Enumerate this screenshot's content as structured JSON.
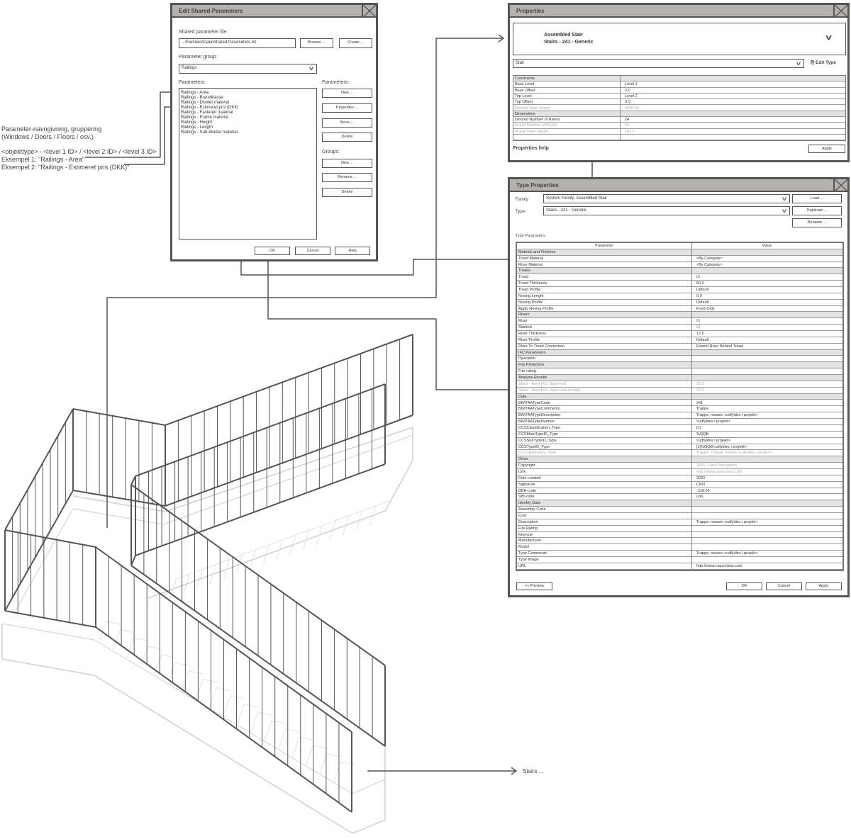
{
  "notes": {
    "line1": "Parameter-navngivning, gruppering",
    "line2": "(Windows / Doors / Floors / osv.)",
    "line3": "<objekttype> - <level 1 ID> / <level 2 ID> / <level 3 ID>",
    "line4": "Eksempel 1: \"Railings - Area\"",
    "line5": "Eksempel 2: \"Railings - Estimeret pris (DKK)\"",
    "stairs_label": "Stairs ..."
  },
  "edit_shared": {
    "title": "Edit Shared Parameters",
    "file_label": "Shared parameter file:",
    "file_value": "...\\Families\\Data\\Shared Parameters.txt",
    "browse": "Browse ...",
    "create": "Create ...",
    "group_label": "Parameter group:",
    "group_value": "Railings",
    "params_label": "Parameters:",
    "params_right_label": "Parameters:",
    "params": [
      "Railings - Area",
      "Railings - Brandklasse",
      "Railings - Divider material",
      "Railings - Estimeret pris (DKK)",
      "Railings - Fastener material",
      "Railings - Frame material",
      "Railings - Height",
      "Railings - Length",
      "Railings - Sub-divider material"
    ],
    "param_buttons": [
      "New ...",
      "Properties ...",
      "Move ...",
      "Delete"
    ],
    "groups_label": "Groups:",
    "group_buttons": [
      "New ...",
      "Rename ...",
      "Delete"
    ],
    "ok": "OK",
    "cancel": "Cancel",
    "help": "Help"
  },
  "properties": {
    "title": "Properties",
    "family": "Assembled Stair",
    "type": "Stairs - 241 - Generic",
    "filter": "Stair",
    "edit_type": "Edit Type",
    "rows": [
      {
        "p": "Constraints",
        "v": "",
        "k": "g"
      },
      {
        "p": "Base Level",
        "v": "Level 1",
        "k": ""
      },
      {
        "p": "Base Offset",
        "v": "0.0",
        "k": ""
      },
      {
        "p": "Top Level",
        "v": "Level 2",
        "k": ""
      },
      {
        "p": "Top Offset",
        "v": "0.0",
        "k": ""
      },
      {
        "p": "Desired Stair Height",
        "v": "3200.00",
        "k": "d"
      },
      {
        "p": "Dimensions",
        "v": "",
        "k": "g"
      },
      {
        "p": "Desired Number of Risers",
        "v": "24",
        "k": ""
      },
      {
        "p": "Actual Number of Risers",
        "v": "20",
        "k": "d"
      },
      {
        "p": "Actual Riser Height",
        "v": "165.0",
        "k": "d"
      },
      {
        "p": "",
        "v": "",
        "k": ""
      }
    ],
    "help": "Properties help",
    "apply": "Apply"
  },
  "type_properties": {
    "title": "Type Properties",
    "family_label": "Family:",
    "family_value": "System Family: Assembled Stair",
    "type_label": "Type:",
    "type_value": "Stairs - 241 -  Generic",
    "load": "Load ...",
    "duplicate": "Duplicate ...",
    "rename": "Rename ...",
    "section": "Type Parameters",
    "col_param": "Parameter",
    "col_value": "Value",
    "rows": [
      {
        "p": "Material and Finishes",
        "v": "",
        "k": "g"
      },
      {
        "p": "Tread Material",
        "v": "<By Category>",
        "k": ""
      },
      {
        "p": "Riser Material",
        "v": "<By Category>",
        "k": ""
      },
      {
        "p": "Treads",
        "v": "",
        "k": "g"
      },
      {
        "p": "Tread",
        "v": "☑",
        "k": ""
      },
      {
        "p": "Tread Thickness",
        "v": "50.0",
        "k": ""
      },
      {
        "p": "Tread Profile",
        "v": "Default",
        "k": ""
      },
      {
        "p": "Nosing Lenght",
        "v": "0.0",
        "k": ""
      },
      {
        "p": "Nosing Profile",
        "v": "Default",
        "k": ""
      },
      {
        "p": "Apply Nosing Profile",
        "v": "Front Only",
        "k": ""
      },
      {
        "p": "Risers",
        "v": "",
        "k": "g"
      },
      {
        "p": "Riser",
        "v": "☑",
        "k": ""
      },
      {
        "p": "Slanted",
        "v": "☐",
        "k": ""
      },
      {
        "p": "Riser Thickness",
        "v": "12.5",
        "k": ""
      },
      {
        "p": "Riser Profile",
        "v": "Default",
        "k": ""
      },
      {
        "p": "Riser To Tread Connection",
        "v": "Extend Riser Behind Tread",
        "k": ""
      },
      {
        "p": "IFC Parameters",
        "v": "",
        "k": "g"
      },
      {
        "p": "Operation",
        "v": "",
        "k": ""
      },
      {
        "p": "Fire Protection",
        "v": "",
        "k": "g"
      },
      {
        "p": "Fire rating",
        "v": "",
        "k": ""
      },
      {
        "p": "Analysis Results",
        "v": "",
        "k": "g"
      },
      {
        "p": "Stairs - Area (m2, flattened)",
        "v": "18.0",
        "k": "d"
      },
      {
        "p": "Stairs - Area (m2, risers and treads)",
        "v": "32.0",
        "k": "d"
      },
      {
        "p": "Data",
        "v": "",
        "k": "g"
      },
      {
        "p": "BIM7AATypeCode",
        "v": "241",
        "k": ""
      },
      {
        "p": "BIM7AATypeComments",
        "v": "Trappe",
        "k": ""
      },
      {
        "p": "BIM7AATypeDescription",
        "v": "Trappe, massiv <udfyldes i projekt>",
        "k": ""
      },
      {
        "p": "BIM7AATypeNumber",
        "v": "<udfyldes i projekt>",
        "k": ""
      },
      {
        "p": "CCSClassification_Type",
        "v": "[L]",
        "k": ""
      },
      {
        "p": "CCSMainTypeID_Type",
        "v": "%QQB",
        "k": ""
      },
      {
        "p": "CCSSubTypeID_Type",
        "v": "<udfyldes i projekt>",
        "k": ""
      },
      {
        "p": "CCSTypeID_Type",
        "v": "[L]%QQB<udfyldes i projekt>",
        "k": ""
      },
      {
        "p": "CCSTypeName_Type",
        "v": "Trappe, Trappe, massiv <udfyldes i projekt>",
        "k": "d"
      },
      {
        "p": "Other",
        "v": "",
        "k": "g"
      },
      {
        "p": "Copyright",
        "v": "2020, Claus Neergaard",
        "k": "dv"
      },
      {
        "p": "Link",
        "v": "http://www.clausclaus.com",
        "k": "dv"
      },
      {
        "p": "Date created",
        "v": "2020",
        "k": ""
      },
      {
        "p": "Signature",
        "v": "CRN",
        "k": ""
      },
      {
        "p": "DBK-code",
        "v": "-210.05",
        "k": ""
      },
      {
        "p": "SfB-code",
        "v": "(24)",
        "k": ""
      },
      {
        "p": "Identity Data",
        "v": "",
        "k": "g"
      },
      {
        "p": "Assembly Code",
        "v": "",
        "k": ""
      },
      {
        "p": "Cost",
        "v": "",
        "k": ""
      },
      {
        "p": "Description",
        "v": "Trappe, massiv <udfyldes i projekt>",
        "k": ""
      },
      {
        "p": "Fire Rating",
        "v": "",
        "k": ""
      },
      {
        "p": "Keynote",
        "v": "",
        "k": ""
      },
      {
        "p": "Manufacturer",
        "v": "",
        "k": ""
      },
      {
        "p": "Model",
        "v": "",
        "k": ""
      },
      {
        "p": "Type Comments",
        "v": "Trappe, massiv <udfyldes i projekt>",
        "k": ""
      },
      {
        "p": "Type Image",
        "v": "",
        "k": ""
      },
      {
        "p": "URL",
        "v": "http://www.clausclaus.com",
        "k": ""
      }
    ],
    "preview": "<< Preview",
    "ok": "OK",
    "cancel": "Cancel",
    "apply": "Apply"
  },
  "colors": {
    "titlebar": "#b5b1ad",
    "frame": "#555555",
    "group_row": "#e2e2e2",
    "stair_light": "#d0d0d0"
  }
}
